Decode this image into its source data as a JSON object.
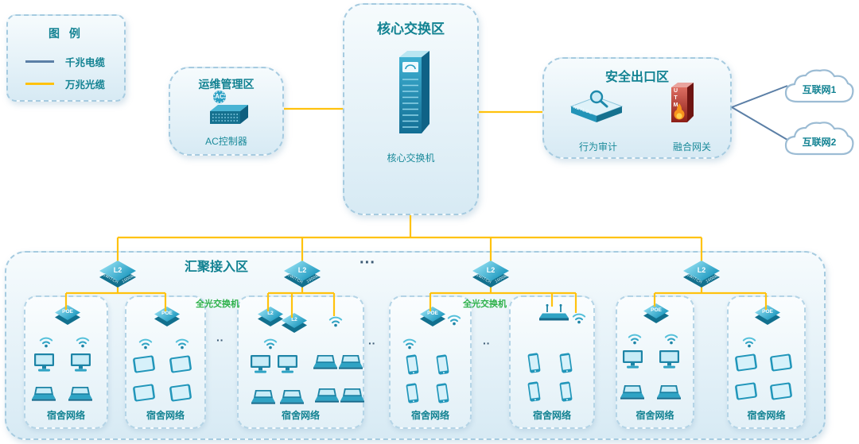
{
  "colors": {
    "fiber_10g": "#ffc20e",
    "cable_1g": "#5b7fa6",
    "title_teal": "#128292",
    "optical_green": "#2db14a"
  },
  "legend": {
    "title": "图 例",
    "items": [
      {
        "label": "千兆电缆"
      },
      {
        "label": "万兆光缆"
      }
    ]
  },
  "zones": {
    "ops": {
      "title": "运维管理区",
      "device_label": "AC控制器"
    },
    "core": {
      "title": "核心交换区",
      "device_label": "核心交换机"
    },
    "security": {
      "title": "安全出口区",
      "audit_label": "行为审计",
      "gateway_label": "融合网关"
    },
    "access": {
      "title": "汇聚接入区"
    }
  },
  "internet": {
    "cloud1": "互联网1",
    "cloud2": "互联网2"
  },
  "optical_labels": [
    "全光交换机",
    "全光交换机"
  ],
  "dorms": [
    {
      "label": "宿舍网络"
    },
    {
      "label": "宿舍网络"
    },
    {
      "label": "宿舍网络"
    },
    {
      "label": "宿舍网络"
    },
    {
      "label": "宿舍网络"
    },
    {
      "label": "宿舍网络"
    },
    {
      "label": "宿舍网络"
    }
  ],
  "icon_text": {
    "l2": "L2",
    "poe": "POE",
    "switch_edge": "SWITCH",
    "speed_edge": "1000M",
    "ac": "AC",
    "netlog": "NETLOG",
    "utm": "UTM"
  },
  "ellipsis": {
    "large": "···",
    "small": "··"
  }
}
